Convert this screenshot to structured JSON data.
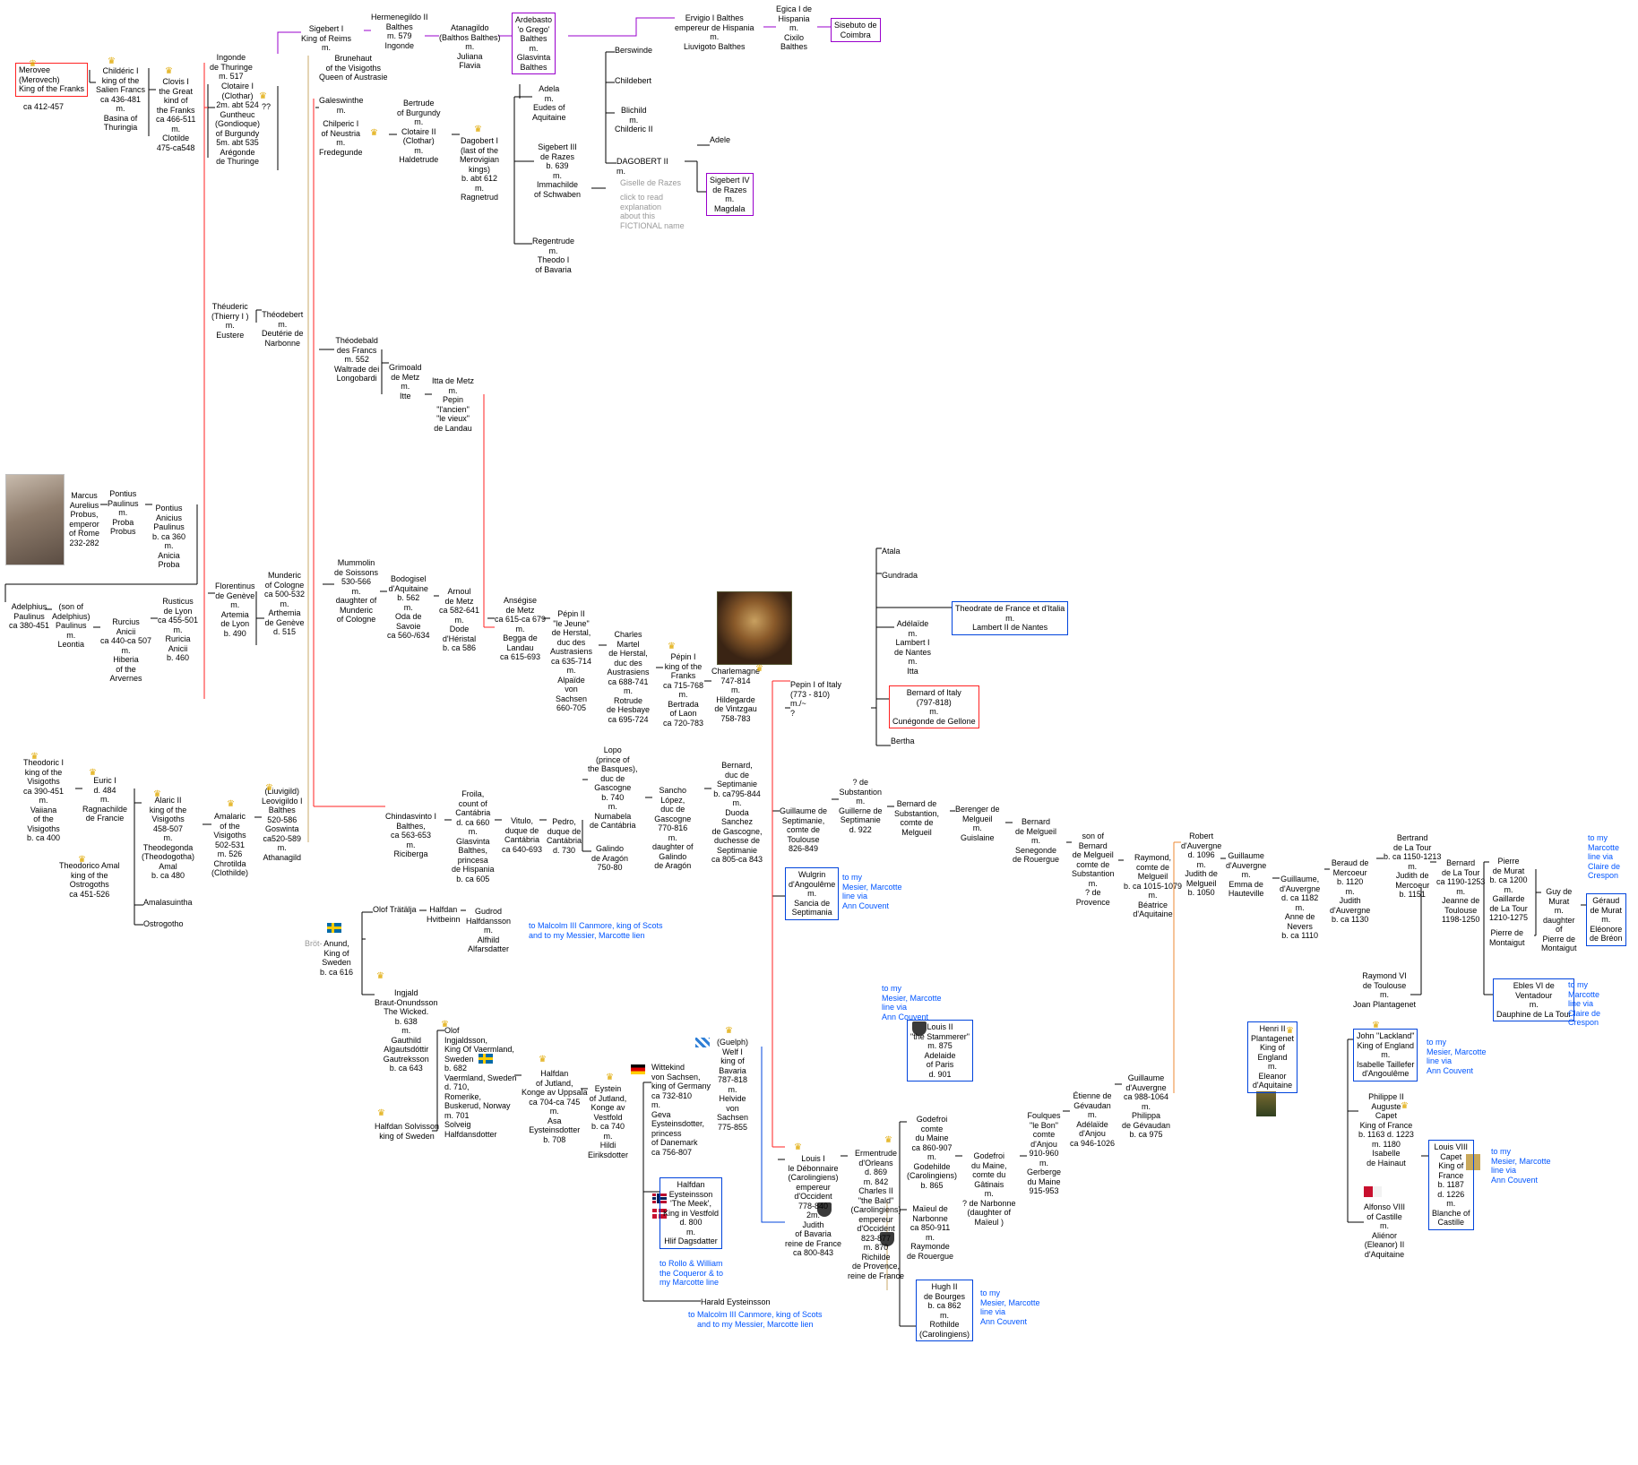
{
  "colors": {
    "line": "#000000",
    "paternal": "#ff2222",
    "purple": "#9900cc",
    "blue": "#0044dd",
    "tan": "#c8a86a",
    "orange": "#ee8833",
    "gold": "#e0a800",
    "link": "#0055ff"
  },
  "persons": [
    {
      "id": "merovee",
      "text": "Merovee\n(Merovech)\nKing of the Franks",
      "box": "red",
      "align": "left"
    },
    {
      "id": "merovee-dates",
      "text": "ca 412-457"
    },
    {
      "id": "childeric",
      "text": "Childéric I\nking of the\nSalien Francs\nca 436-481\nm.\nBasina of\nThuringia"
    },
    {
      "id": "clovis",
      "text": "Clovis I\nthe Great\nkind of\nthe Franks\nca 466-511\nm.\nClotilde\n475-ca548"
    },
    {
      "id": "ingonde",
      "text": "Ingonde\nde Thuringe\nm. 517"
    },
    {
      "id": "clotaire",
      "text": "Clotaire I\n(Clothar)\n2m. abt 524\nGuntheuc\n(Gondioque)\nof Burgundy\n5m. abt 535\nArégonde\nde Thuringe"
    },
    {
      "id": "clotaire-gray",
      "text": "??"
    },
    {
      "id": "sigebert-reims",
      "text": "Sigebert I\nKing of Reims\nm."
    },
    {
      "id": "brunehaut",
      "text": "Brunehaut\nof the Visigoths\nQueen of Austrasie"
    },
    {
      "id": "hermenegildo",
      "text": "Hermenegildo II\nBalthes\nm. 579\nIngonde"
    },
    {
      "id": "atanagildo",
      "text": "Atanagildo\n(Balthos Balthes)\nm.\nJuliana\nFlavia"
    },
    {
      "id": "ardebasto",
      "text": "Ardebasto\n'o Grego'\nBalthes\nm.\nGlasvinta\nBalthes",
      "box": "purple"
    },
    {
      "id": "ervigio",
      "text": "Ervigio I Balthes\nempereur de Hispania\nm.\nLiuvigoto Balthes"
    },
    {
      "id": "egica",
      "text": "Egica I de\nHispania\nm.\nCixilo\nBalthes"
    },
    {
      "id": "sisebuto",
      "text": "Sisebuto de\nCoimbra",
      "box": "purple"
    },
    {
      "id": "galeswinthe",
      "text": "Galeswinthe\nm."
    },
    {
      "id": "chilperic",
      "text": "Chilperic I\nof Neustria\nm.\nFredegunde"
    },
    {
      "id": "bertrude",
      "text": "Bertrude\nof Burgundy\nm.\nClotaire II\n(Clothar)\nm.\nHaldetrude"
    },
    {
      "id": "dagobert1",
      "text": "Dagobert I\n(last of the\nMerovigian\nkings)\nb. abt 612\nm.\nRagnetrud"
    },
    {
      "id": "adela",
      "text": "Adela\nm.\nEudes of\nAquitaine"
    },
    {
      "id": "berswinde",
      "text": "Berswinde"
    },
    {
      "id": "childebert",
      "text": "Childebert"
    },
    {
      "id": "blichild",
      "text": "Blichild\nm.\nChilderic II"
    },
    {
      "id": "sigebert3",
      "text": "Sigebert III\nde Razes\nb. 639\nm.\nImmachilde\nof Schwaben"
    },
    {
      "id": "dagobert2",
      "text": "DAGOBERT II\nm.",
      "align": "left"
    },
    {
      "id": "giselle",
      "text": "Giselle de Razes",
      "cls": "gray-txt"
    },
    {
      "id": "giselle-note",
      "text": "click to read\nexplanation\nabout this\nFICTIONAL name",
      "cls": "gray-txt",
      "align": "left"
    },
    {
      "id": "adele",
      "text": "Adele"
    },
    {
      "id": "sigebert4",
      "text": "Sigebert IV\nde Razes\nm.\nMagdala",
      "box": "purple"
    },
    {
      "id": "regentrude",
      "text": "Regentrude\nm.\nTheodo I\nof Bavaria"
    },
    {
      "id": "theuderic",
      "text": "Théuderic\n(Thierry I )\nm.\nEustere"
    },
    {
      "id": "theodebert",
      "text": "Théodebert\nm.\nDeutérie de\nNarbonne"
    },
    {
      "id": "theodebald",
      "text": "Théodebald\ndes Francs\nm. 552\nWaltrade dei\nLongobardi"
    },
    {
      "id": "grimoald",
      "text": "Grimoald\nde Metz\nm.\nItte"
    },
    {
      "id": "itta-metz",
      "text": "Itta de Metz\nm.\nPepin\n\"l'ancien\"\n\"le vieux\"\nde Landau"
    },
    {
      "id": "marcus",
      "text": "Marcus\nAurelius\nProbus,\nemperor\nof Rome\n232-282"
    },
    {
      "id": "pontius-paulinus",
      "text": "Pontius\nPaulinus\nm.\nProba\nProbus"
    },
    {
      "id": "pontius-anicius",
      "text": "Pontius\nAnicius\nPaulinus\nb. ca 360\nm.\nAnicia\nProba"
    },
    {
      "id": "adelphius",
      "text": "Adelphius\nPaulinus\nca 380-451"
    },
    {
      "id": "son-adelphius",
      "text": "(son of\nAdelphius)\nPaulinus\nm.\nLeontia"
    },
    {
      "id": "rurcius",
      "text": "Rurcius\nAnicii\nca 440-ca 507\nm.\nHiberia\nof the\nArvernes"
    },
    {
      "id": "rusticus",
      "text": "Rusticus\nde Lyon\nca 455-501\nm.\nRuricia\nAnicii\nb. 460"
    },
    {
      "id": "florentinus",
      "text": "Florentinus\nde Genève\nm.\nArtemia\nde Lyon\nb. 490"
    },
    {
      "id": "munderic",
      "text": "Munderic\nof Cologne\nca 500-532\nm.\nArthemia\nde Genève\nd. 515"
    },
    {
      "id": "mummolin",
      "text": "Mummolin\nde Soissons\n530-566\nm.\ndaughter of\nMunderic\nof Cologne"
    },
    {
      "id": "bodogisel",
      "text": "Bodogisel\nd'Aquitaine\nb. 562\nm.\nOda de\nSavoie\nca 560-/634"
    },
    {
      "id": "arnoul",
      "text": "Arnoul\nde Metz\nca 582-641\nm.\nDode\nd'Héristal\nb. ca 586"
    },
    {
      "id": "ansegise",
      "text": "Anségise\nde Metz\nca 615-ca 679\nm.\nBegga de\nLandau\nca 615-693"
    },
    {
      "id": "pepin2",
      "text": "Pépin II\n\"le Jeune\"\nde Herstal,\nduc des\nAustrasiens\nca 635-714\nm.\nAlpaïde\nvon\nSachsen\n660-705"
    },
    {
      "id": "charles-martel",
      "text": "Charles\nMartel\nde Herstal,\nduc des\nAustrasiens\nca 688-741\nm.\nRotrude\nde Hesbaye\nca 695-724"
    },
    {
      "id": "pepin-bref",
      "text": "Pépin I\nking of the\nFranks\nca 715-768\nm.\nBertrada\nof Laon\nca 720-783"
    },
    {
      "id": "charlemagne",
      "text": "Charlemagne\n747-814\nm.\nHildegarde\nde Vintzgau\n758-783"
    },
    {
      "id": "pepin-italy",
      "text": "Pepin I of Italy\n(773 - 810)\nm./~\n?",
      "align": "left"
    },
    {
      "id": "atala",
      "text": "Atala"
    },
    {
      "id": "gundrada",
      "text": "Gundrada"
    },
    {
      "id": "theodrate",
      "text": "Theodrate de France et d'Italia\nm.\nLambert II de Nantes",
      "box": "blue"
    },
    {
      "id": "adelaide-italy",
      "text": "Adélaïde\nm.\nLambert I\nde Nantes\nm.\nItta"
    },
    {
      "id": "bernard-italy",
      "text": "Bernard of Italy\n(797-818)\nm.\nCunégonde de Gellone",
      "box": "red"
    },
    {
      "id": "bertha",
      "text": "Bertha"
    },
    {
      "id": "theodoric1",
      "text": "Theodoric I\nking of the\nVisigoths\nca 390-451\nm.\nVaiiana\nof the\nVisigoths\nb. ca 400"
    },
    {
      "id": "euric",
      "text": "Euric I\nd. 484\nm.\nRagnachilde\nde Francie"
    },
    {
      "id": "alaric2",
      "text": "Alaric II\nking of the\nVisigoths\n458-507\nm.\nTheodegonda\n(Theodogotha)\nAmal\nb. ca 480"
    },
    {
      "id": "theodorico",
      "text": "Theodorico Amal\nking of the\nOstrogoths\nca 451-526"
    },
    {
      "id": "amalasuintha",
      "text": "Amalasuintha",
      "align": "left"
    },
    {
      "id": "ostrogotho",
      "text": "Ostrogotho",
      "align": "left"
    },
    {
      "id": "amalaric",
      "text": "Amalaric\nof the\nVisigoths\n502-531\nm. 526\nChrotilda\n(Clothilde)"
    },
    {
      "id": "liuvigild",
      "text": "(Liuvigild)\nLeovigildo I\nBalthes\n520-586\nGoswinta\nca520-589\nm.\nAthanagild"
    },
    {
      "id": "chindasvinto",
      "text": "Chindasvinto I\nBalthes,\nca 563-653\nm.\nRiciberga"
    },
    {
      "id": "froila",
      "text": "Froila,\ncount of\nCantábria\nd. ca 660\nm.\nGlasvinta\nBalthes,\nprincesa\nde Hispania\nb. ca 605"
    },
    {
      "id": "vitulo",
      "text": "Vitulo,\nduque de\nCantábria\nca 640-693"
    },
    {
      "id": "pedro",
      "text": "Pedro,\nduque de\nCantábria\nd. 730"
    },
    {
      "id": "lopo",
      "text": "Lopo\n(prince of\nthe Basques),\nduc de\nGascogne\nb. 740\nm.\nNumabela\nde Cantábria"
    },
    {
      "id": "galindo",
      "text": "Galindo\nde Aragón\n750-80"
    },
    {
      "id": "sancho",
      "text": "Sancho\nLópez,\nduc de\nGascogne\n770-816\nm.\ndaughter of\nGalindo\nde Aragón"
    },
    {
      "id": "bernard-septimanie",
      "text": "Bernard,\nduc de\nSeptimanie\nb. ca795-844\nm.\nDuoda\nSanchez\nde Gascogne,\nduchesse de\nSeptimanie\nca 805-ca 843"
    },
    {
      "id": "guillaume-septimanie",
      "text": "Guillaume de\nSeptimanie,\ncomte de\nToulouse\n826-849"
    },
    {
      "id": "wulgrin",
      "text": "Wulgrin\nd'Angoulême\nm.\nSancia de\nSeptimania",
      "box": "blue"
    },
    {
      "id": "link-wulgrin",
      "text": "to my\nMesier, Marcotte\nline via\nAnn Couvent",
      "cls": "blue-txt",
      "align": "left"
    },
    {
      "id": "substantion",
      "text": "? de\nSubstantion\nm.\nGuillerne de\nSeptimanie\nd. 922"
    },
    {
      "id": "bernard-substantion",
      "text": "Bernard de\nSubstantion,\ncomte de\nMelgueil"
    },
    {
      "id": "berenger",
      "text": "Berenger de\nMelgueil\nm.\nGuislaine"
    },
    {
      "id": "bernard-melgueil",
      "text": "Bernard\nde Melgueil\nm.\nSenegonde\nde Rouergue"
    },
    {
      "id": "son-bernard",
      "text": "son of\nBernard\nde Melgueil\ncomte de\nSubstantion\nm.\n? de\nProvence"
    },
    {
      "id": "raymond-melgueil",
      "text": "Raymond,\ncomte de\nMelgueil\nb. ca 1015-1079\nm.\nBéatrice\nd'Aquitaine"
    },
    {
      "id": "robert-auvergne",
      "text": "Robert\nd'Auvergne\nd. 1096\nm.\nJudith de\nMelgueil\nb. 1050"
    },
    {
      "id": "guillaume-auvergne1",
      "text": "Guillaume\nd'Auvergne\nm.\nEmma de\nHauteville"
    },
    {
      "id": "guillaume-auvergne2",
      "text": "Guillaume,\nd'Auvergne\nd. ca 1182\nm.\nAnne de\nNevers\nb. ca 1110"
    },
    {
      "id": "beraud",
      "text": "Beraud de\nMercoeur\nb. 1120\nm.\nJudith\nd'Auvergne\nb. ca 1130"
    },
    {
      "id": "bertrand",
      "text": "Bertrand\nde La Tour\nb. ca 1150-1213\nm.\nJudith de\nMercoeur\nb. 1151"
    },
    {
      "id": "bernard-latour",
      "text": "Bernard\nde La Tour\nca 1190-1253\nm.\nJeanne de\nToulouse\n1198-1250"
    },
    {
      "id": "pierre-murat",
      "text": "Pierre\nde Murat\nb. ca 1200\nm.\nGaillarde\nde La Tour\n1210-1275"
    },
    {
      "id": "pierre-montaigut",
      "text": "Pierre de\nMontaigut"
    },
    {
      "id": "guy-murat",
      "text": "Guy de\nMurat\nm.\ndaughter\nof\nPierre de\nMontaigut"
    },
    {
      "id": "geraud-murat",
      "text": "Géraud\nde Murat\nm.\nEléonore\nde Bréon",
      "box": "blue"
    },
    {
      "id": "link-geraud",
      "text": "to my\nMarcotte\nline via\nClaire de\nCrespon",
      "cls": "blue-txt",
      "align": "left"
    },
    {
      "id": "ebles",
      "text": "Ebles VI de\nVentadour\nm.\nDauphine de La Tour",
      "box": "blue"
    },
    {
      "id": "link-ebles",
      "text": "to my\nMarcotte\nline via\nClaire de\nCrespon",
      "cls": "blue-txt",
      "align": "left"
    },
    {
      "id": "raymond6",
      "text": "Raymond VI\nde Toulouse\nm.\nJoan Plantagenet"
    },
    {
      "id": "henri2",
      "text": "Henri II\nPlantagenet\nKing of\nEngland\nm.\nEleanor\nd'Aquitaine",
      "box": "blue"
    },
    {
      "id": "john",
      "text": "John \"Lackland\"\nKing of England\nm.\nIsabelle Taillefer\nd'Angoulême",
      "box": "blue"
    },
    {
      "id": "link-john",
      "text": "to my\nMesier, Marcotte\nline via\nAnn Couvent",
      "cls": "blue-txt",
      "align": "left"
    },
    {
      "id": "philippe2",
      "text": "Philippe II\nAuguste\nCapet\nKing of France\nb. 1163 d. 1223\nm. 1180\nIsabelle\nde Hainaut"
    },
    {
      "id": "louis8",
      "text": "Louis VIII\nCapet\nKing of\nFrance\nb. 1187\nd. 1226\nm.\nBlanche of\nCastille",
      "box": "blue"
    },
    {
      "id": "link-louis8",
      "text": "to my\nMesier, Marcotte\nline via\nAnn Couvent",
      "cls": "blue-txt",
      "align": "left"
    },
    {
      "id": "alfonso",
      "text": "Alfonso VIII\nof Castille\nm.\nAliénor\n(Eleanor) II\nd'Aquitaine"
    },
    {
      "id": "olof-tratalja",
      "text": "Olof Trätälja",
      "align": "left"
    },
    {
      "id": "halfdan-hvitbeinn",
      "text": "Halfdan\nHvitbeinn"
    },
    {
      "id": "gudrod",
      "text": "Gudrod\nHalfdansson\nm.\nAlfhild\nAlfarsdatter"
    },
    {
      "id": "link-malcolm1",
      "text": "to Malcolm III Canmore, king of Scots\nand to my Messier, Marcotte lien",
      "cls": "blue-txt",
      "align": "left"
    },
    {
      "id": "anund",
      "text": "Anund,\nKing of\nSweden\nb. ca 616"
    },
    {
      "id": "brat",
      "text": "Bröt-",
      "cls": "gray-txt"
    },
    {
      "id": "ingjald",
      "text": "Ingjald\nBraut-Onundsson\nThe Wicked.\nb. 638\nm.\nGauthild\nAlgautsdóttir\nGautreksson\nb. ca 643"
    },
    {
      "id": "halfdan-solvisson",
      "text": "Halfdan Solvisson\nking of Sweden"
    },
    {
      "id": "olof-tratalja2",
      "text": "Olof\nIngjaldsson,\nKing Of Vaermland,\nSweden\nb. 682\nVaermland, Sweden\nd. 710,\nRomerike,\nBuskerud, Norway\nm. 701\nSolveig\nHalfdansdotter",
      "align": "left"
    },
    {
      "id": "halfdan-jutland",
      "text": "Halfdan\nof Jutland,\nKonge av Uppsala\nca 704-ca 745\nm.\nAsa\nEysteinsdotter\nb. 708"
    },
    {
      "id": "eystein",
      "text": "Eystein\nof Jutland,\nKonge av\nVestfold\nb. ca 740\nm.\nHildi\nEiriksdotter"
    },
    {
      "id": "wittekind",
      "text": "Wittekind\nvon Sachsen,\nking of Germany\nca 732-810\nm.\nGeva\nEysteinsdotter,\nprincess\nof Danemark\nca 756-807",
      "align": "left"
    },
    {
      "id": "welf",
      "text": "(Guelph)\nWelf I\nking of\nBavaria\n787-818\nm.\nHelvide\nvon\nSachsen\n775-855"
    },
    {
      "id": "halfdan-meek",
      "text": "Halfdan\nEysteinsson\n'The Meek',\nKing in Vestfold\nd. 800\nm.\nHlif Dagsdatter",
      "box": "blue"
    },
    {
      "id": "link-rollo",
      "text": "to Rollo & William\nthe Coqueror & to\nmy Marcotte line",
      "cls": "blue-txt",
      "align": "left"
    },
    {
      "id": "harald",
      "text": "Harald Eysteinsson"
    },
    {
      "id": "link-malcolm2",
      "text": "to Malcolm III Canmore, king of Scots\nand to my Messier, Marcotte lien",
      "cls": "blue-txt"
    },
    {
      "id": "link-louis2",
      "text": "to my\nMesier, Marcotte\nline via\nAnn Couvent",
      "cls": "blue-txt",
      "align": "left"
    },
    {
      "id": "louis2",
      "text": "Louis II\n\"the Stammerer\"\nm. 875\nAdelaide\nof Paris\nd. 901",
      "box": "blue"
    },
    {
      "id": "louis1",
      "text": "Louis I\nle Débonnaire\n(Carolingiens)\nempereur\nd'Occident\n778-840\n2m.\nJudith\nof Bavaria\nreine de France\nca 800-843"
    },
    {
      "id": "ermentrude",
      "text": "Ermentrude\nd'Orleans\nd. 869\nm. 842\nCharles II\n\"the Bald\"\n(Carolingiens)\nempereur\nd'Occident\n823-877\nm. 870\nRichilde\nde Provence,\nreine de France"
    },
    {
      "id": "godefroi1",
      "text": "Godefroi\ncomte\ndu Maine\nca 860-907\nm.\nGodehilde\n(Carolingiens)\nb. 865"
    },
    {
      "id": "maieul",
      "text": "Maïeul de\nNarbonne\nca 850-911\nm.\nRaymonde\nde Rouergue"
    },
    {
      "id": "godefroi2",
      "text": "Godefroi\ndu Maine,\ncomte du\nGâtinais\nm.\n? de Narbonne\n(daughter of\nMaïeul )"
    },
    {
      "id": "hugh2",
      "text": "Hugh II\nde Bourges\nb. ca 862\nm.\nRothilde\n(Carolingiens)",
      "box": "blue"
    },
    {
      "id": "link-hugh2",
      "text": "to my\nMesier, Marcotte\nline via\nAnn Couvent",
      "cls": "blue-txt",
      "align": "left"
    },
    {
      "id": "foulques",
      "text": "Foulques\n\"le Bon\"\ncomte\nd'Anjou\n910-960\nm.\nGerberge\ndu Maine\n915-953"
    },
    {
      "id": "etienne",
      "text": "Étienne de\nGévaudan\nm.\nAdélaïde\nd'Anjou\nca 946-1026"
    },
    {
      "id": "guillaume-gevaudan",
      "text": "Guillaume\nd'Auvergne\nca 988-1064\nm.\nPhilippa\nde Gévaudan\nb. ca 975"
    }
  ]
}
